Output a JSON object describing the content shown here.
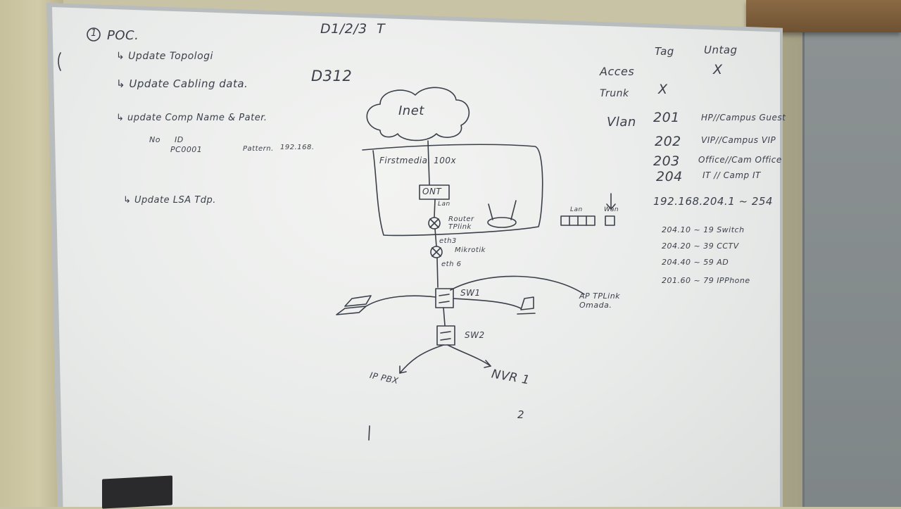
{
  "notes": {
    "poc_number": "1",
    "poc_title": "POC.",
    "items": [
      "↳ Update Topologi",
      "↳ Update Cabling data.",
      "↳ update Comp Name & Pater.",
      "↳ Update LSA Tdp."
    ],
    "sub_no": "No",
    "sub_id": "ID",
    "sub_pc": "PC0001",
    "sub_pattern": "Pattern.",
    "sub_ip": "192.168."
  },
  "header": {
    "dates": "D1/2/3",
    "t": "T",
    "room": "D312"
  },
  "diagram": {
    "cloud_label": "Inet",
    "isp_box": "Firstmedia. 100x",
    "ont": "ONT",
    "lan_under_ont": "Lan",
    "router": "Router TPlink",
    "eth3": "eth3",
    "mikrotik": "Mikrotik",
    "eth6": "eth 6",
    "sw1": "SW1",
    "sw2": "SW2",
    "ap": "AP TPLink Omada.",
    "ippbx": "IP PBX",
    "nvr": "NVR 1",
    "nvr2": "2",
    "mark_1": "1",
    "lan_port": "Lan",
    "wan_port": "Wan"
  },
  "vlan_table": {
    "col_tag": "Tag",
    "col_untag": "Untag",
    "row_access": "Acces",
    "row_trunk": "Trunk",
    "access_untag": "X",
    "trunk_tag": "X",
    "vlan_label": "Vlan",
    "vlans": [
      {
        "id": "201",
        "name": "HP//Campus Guest"
      },
      {
        "id": "202",
        "name": "VIP//Campus VIP"
      },
      {
        "id": "203",
        "name": "Office//Cam Office"
      },
      {
        "id": "204",
        "name": "IT // Camp IT"
      }
    ],
    "subnet": "192.168.204.1 ~ 254",
    "ranges": [
      "204.10 ~ 19 Switch",
      "204.20 ~ 39 CCTV",
      "204.40 ~ 59 AD",
      "201.60 ~ 79 IPPhone"
    ]
  }
}
